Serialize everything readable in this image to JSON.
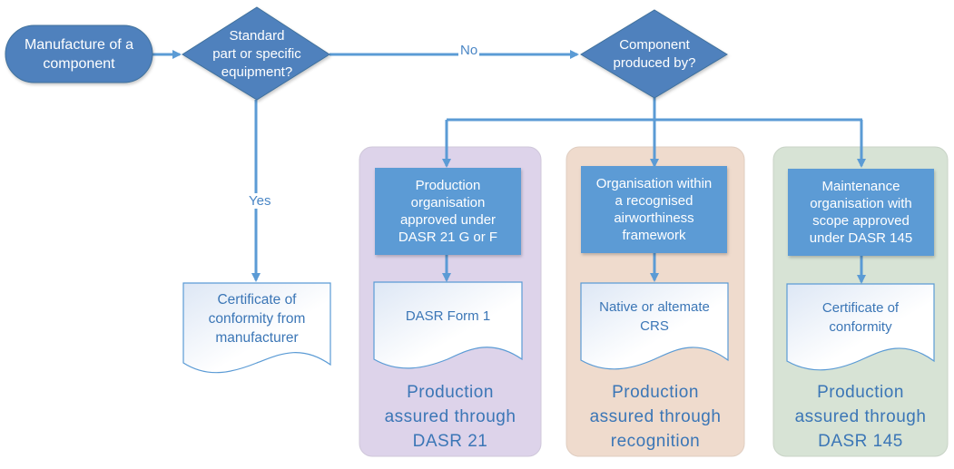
{
  "colors": {
    "terminal_fill": "#4f81bd",
    "decision_fill": "#4f81bd",
    "process_fill": "#5b9bd5",
    "connector": "#5b9bd5",
    "text_blue": "#3b76b6",
    "lane_purple": "#ddd3ea",
    "lane_peach": "#efdbcd",
    "lane_green": "#d7e3d5"
  },
  "nodes": {
    "start": "Manufacture of a component",
    "decision1": [
      "Standard",
      "part or specific",
      "equipment?"
    ],
    "decision2": [
      "Component",
      "produced by?"
    ],
    "doc_manufacturer": [
      "Certificate of",
      "conformity from",
      "manufacturer"
    ]
  },
  "edges": {
    "no_label": "No",
    "yes_label": "Yes"
  },
  "lanes": [
    {
      "process": [
        "Production",
        "organisation",
        "approved under",
        "DASR 21 G or F"
      ],
      "document": [
        "DASR Form 1"
      ],
      "caption": [
        "Production",
        "assured through",
        "DASR 21"
      ]
    },
    {
      "process": [
        "Organisation within",
        "a recognised",
        "airworthiness",
        "framework"
      ],
      "document": [
        "Native or altemate",
        "CRS"
      ],
      "caption": [
        "Production",
        "assured through",
        "recognition"
      ]
    },
    {
      "process": [
        "Maintenance",
        "organisation with",
        "scope approved",
        "under DASR 145"
      ],
      "document": [
        "Certificate of",
        "conformity"
      ],
      "caption": [
        "Production",
        "assured through",
        "DASR 145"
      ]
    }
  ]
}
